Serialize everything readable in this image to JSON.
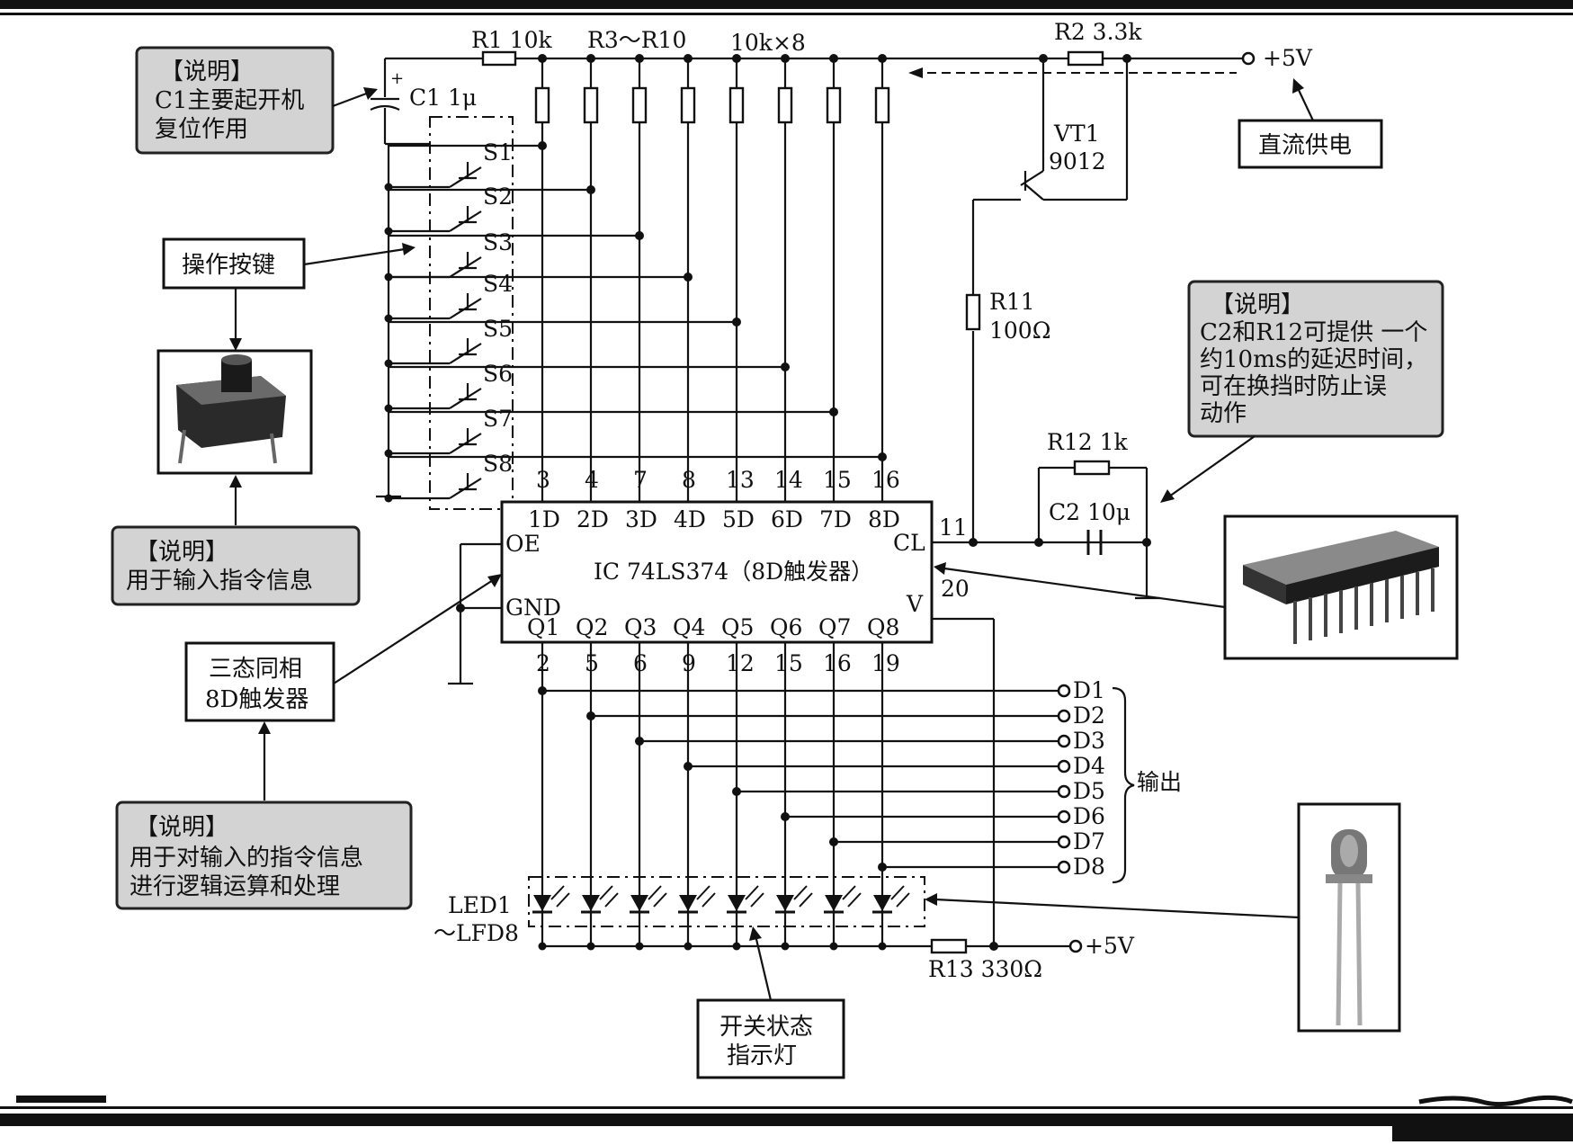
{
  "labels": {
    "r1": "R1 10k",
    "r3_r10": "R3～R10",
    "r_multi": "10k×8",
    "r2": "R2  3.3k",
    "vcc_top": "+5V",
    "c1": "C1 1μ",
    "vt1": "VT1",
    "vt1_model": "9012",
    "r11": "R11",
    "r11_value": "100Ω",
    "r12": "R12  1k",
    "c2": "C2  10μ",
    "ic_title": "IC 74LS374（8D触发器）",
    "oe": "OE",
    "gnd": "GND",
    "cl": "CL",
    "v": "V",
    "pin11": "11",
    "pin20": "20",
    "led_line1": "LED1",
    "led_line2": "～LFD8",
    "r13": "R13 330Ω",
    "vcc_bottom": "+5V",
    "output": "输出"
  },
  "switches": [
    "S1",
    "S2",
    "S3",
    "S4",
    "S5",
    "S6",
    "S7",
    "S8"
  ],
  "d_inputs": [
    "1D",
    "2D",
    "3D",
    "4D",
    "5D",
    "6D",
    "7D",
    "8D"
  ],
  "d_pins": [
    "3",
    "4",
    "7",
    "8",
    "13",
    "14",
    "15",
    "16"
  ],
  "q_outputs": [
    "Q1",
    "Q2",
    "Q3",
    "Q4",
    "Q5",
    "Q6",
    "Q7",
    "Q8"
  ],
  "q_pins": [
    "2",
    "5",
    "6",
    "9",
    "12",
    "15",
    "16",
    "19"
  ],
  "outputs": [
    "D1",
    "D2",
    "D3",
    "D4",
    "D5",
    "D6",
    "D7",
    "D8"
  ],
  "callouts": {
    "note_c1_head": "【说明】",
    "note_c1_l1": "C1主要起开机",
    "note_c1_l2": "复位作用",
    "keys": "操作按键",
    "note_keys_head": "【说明】",
    "note_keys_l1": "用于输入指令信息",
    "tristate_l1": "三态同相",
    "tristate_l2": "8D触发器",
    "note_ic_head": "【说明】",
    "note_ic_l1": "用于对输入的指令信息",
    "note_ic_l2": "进行逻辑运算和处理",
    "dc_power": "直流供电",
    "note_c2_head": "【说明】",
    "note_c2_l1": "C2和R12可提供 一个",
    "note_c2_l2": "约10ms的延迟时间，",
    "note_c2_l3": "可在换挡时防止误",
    "note_c2_l4": "动作",
    "led_status_l1": "开关状态",
    "led_status_l2": "指示灯"
  }
}
